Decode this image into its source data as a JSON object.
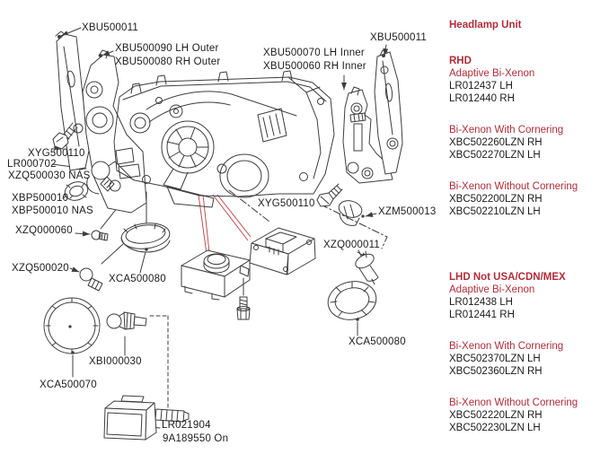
{
  "colors": {
    "accent_red": "#b02c39",
    "line": "#3d3d3d",
    "red_leader": "#c0504f",
    "text": "#1c1c1c",
    "background": "#ffffff"
  },
  "labels": [
    {
      "id": "xbu500011-left",
      "text": "XBU500011"
    },
    {
      "id": "outer-lh",
      "text": "XBU500090 LH Outer"
    },
    {
      "id": "outer-rh",
      "text": "XBU500080 RH Outer"
    },
    {
      "id": "inner-lh",
      "text": "XBU500070 LH Inner"
    },
    {
      "id": "inner-rh",
      "text": "XBU500060 RH Inner"
    },
    {
      "id": "xbu500011-right",
      "text": "XBU500011"
    },
    {
      "id": "xyg500110-left",
      "text": "XYG500110"
    },
    {
      "id": "lr000702",
      "text": "LR000702"
    },
    {
      "id": "xzq500030-nas",
      "text": "XZQ500030 NAS"
    },
    {
      "id": "xbp500010",
      "text": "XBP500010"
    },
    {
      "id": "xbp500010-nas",
      "text": "XBP500010 NAS"
    },
    {
      "id": "xzq000060",
      "text": "XZQ000060"
    },
    {
      "id": "xzq500020",
      "text": "XZQ500020"
    },
    {
      "id": "xca500080-left",
      "text": "XCA500080"
    },
    {
      "id": "xca500070",
      "text": "XCA500070"
    },
    {
      "id": "xbi000030",
      "text": "XBI000030"
    },
    {
      "id": "xyg500110-center",
      "text": "XYG500110"
    },
    {
      "id": "xzm500013",
      "text": "XZM500013"
    },
    {
      "id": "xzq000011",
      "text": "XZQ000011"
    },
    {
      "id": "xca500080-right",
      "text": "XCA500080"
    },
    {
      "id": "lr021904",
      "text": "LR021904"
    },
    {
      "id": "vin-note",
      "text": "9A189550 On"
    }
  ],
  "info_panel": {
    "title": "Headlamp Unit",
    "sections": [
      {
        "heading": "RHD",
        "groups": [
          {
            "subheading": "Adaptive Bi-Xenon",
            "parts": [
              "LR012437 LH",
              "LR012440 RH"
            ]
          },
          {
            "subheading": "Bi-Xenon With Cornering",
            "parts": [
              "XBC502260LZN RH",
              "XBC502270LZN LH"
            ]
          },
          {
            "subheading": "Bi-Xenon Without Cornering",
            "parts": [
              "XBC502200LZN RH",
              "XBC502210LZN LH"
            ]
          }
        ]
      },
      {
        "heading": "LHD Not USA/CDN/MEX",
        "groups": [
          {
            "subheading": "Adaptive Bi-Xenon",
            "parts": [
              "LR012438 LH",
              "LR012441 RH"
            ]
          },
          {
            "subheading": "Bi-Xenon With Cornering",
            "parts": [
              "XBC502370LZN LH",
              "XBC502360LZN RH"
            ]
          },
          {
            "subheading": "Bi-Xenon Without Cornering",
            "parts": [
              "XBC502220LZN RH",
              "XBC502230LZN LH"
            ]
          }
        ]
      }
    ]
  }
}
